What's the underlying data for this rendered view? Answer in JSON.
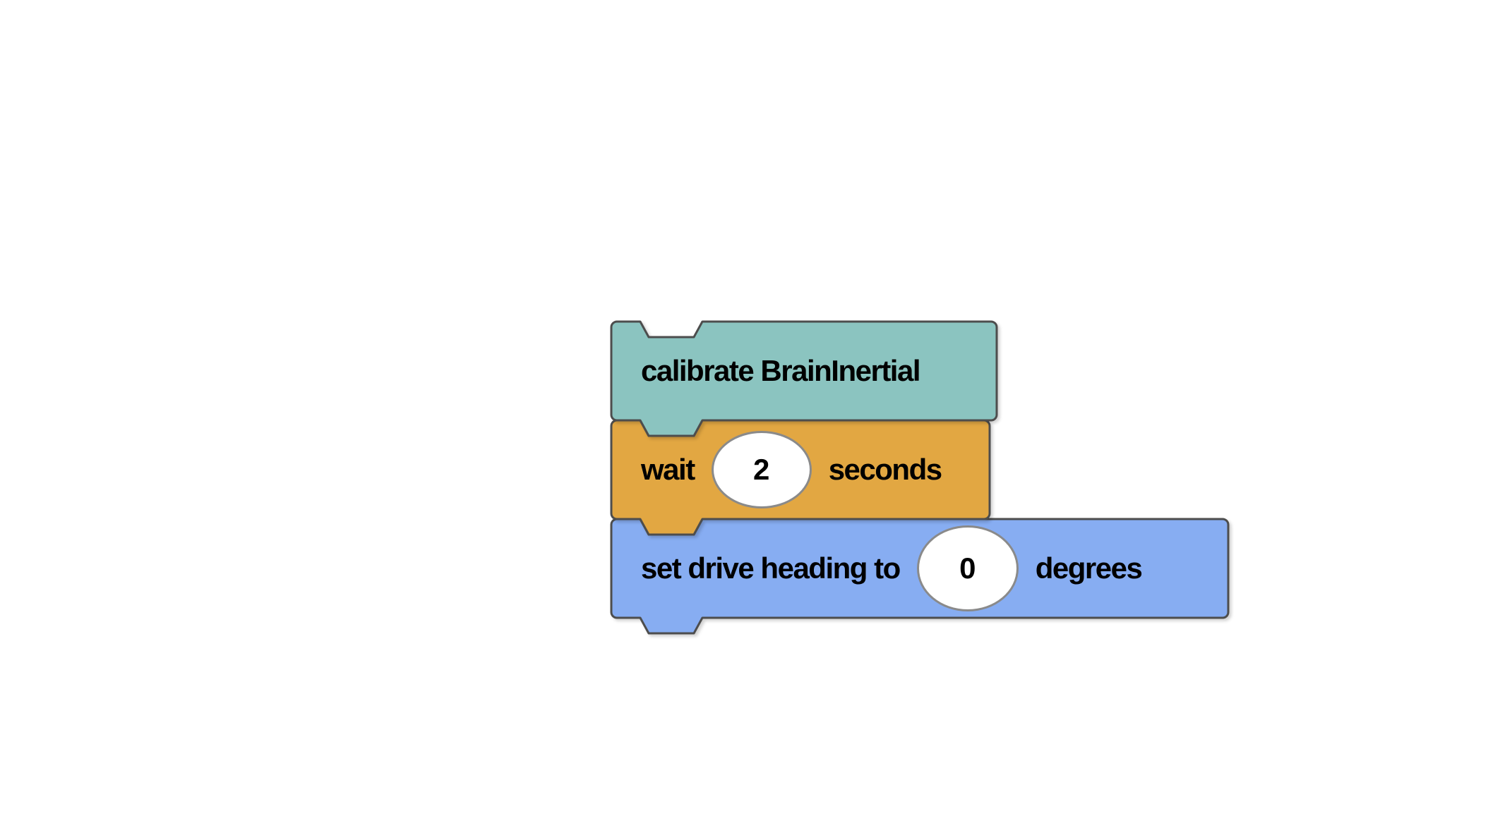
{
  "workspace": {
    "background_color": "#ffffff",
    "block_outline_color": "#4d4d4d",
    "input_border_color": "#8a8a8a",
    "text_color": "#000000",
    "blocks": [
      {
        "name": "calibrate-braininertial",
        "category": "sensing",
        "color": "#8BC4C0",
        "label": "calibrate BrainInertial"
      },
      {
        "name": "wait-seconds",
        "category": "control",
        "color": "#E2A742",
        "label_before": "wait",
        "input_value": "2",
        "label_after": "seconds"
      },
      {
        "name": "set-drive-heading",
        "category": "drivetrain",
        "color": "#87ADF2",
        "label_before": "set drive heading to",
        "input_value": "0",
        "label_after": "degrees"
      }
    ]
  }
}
